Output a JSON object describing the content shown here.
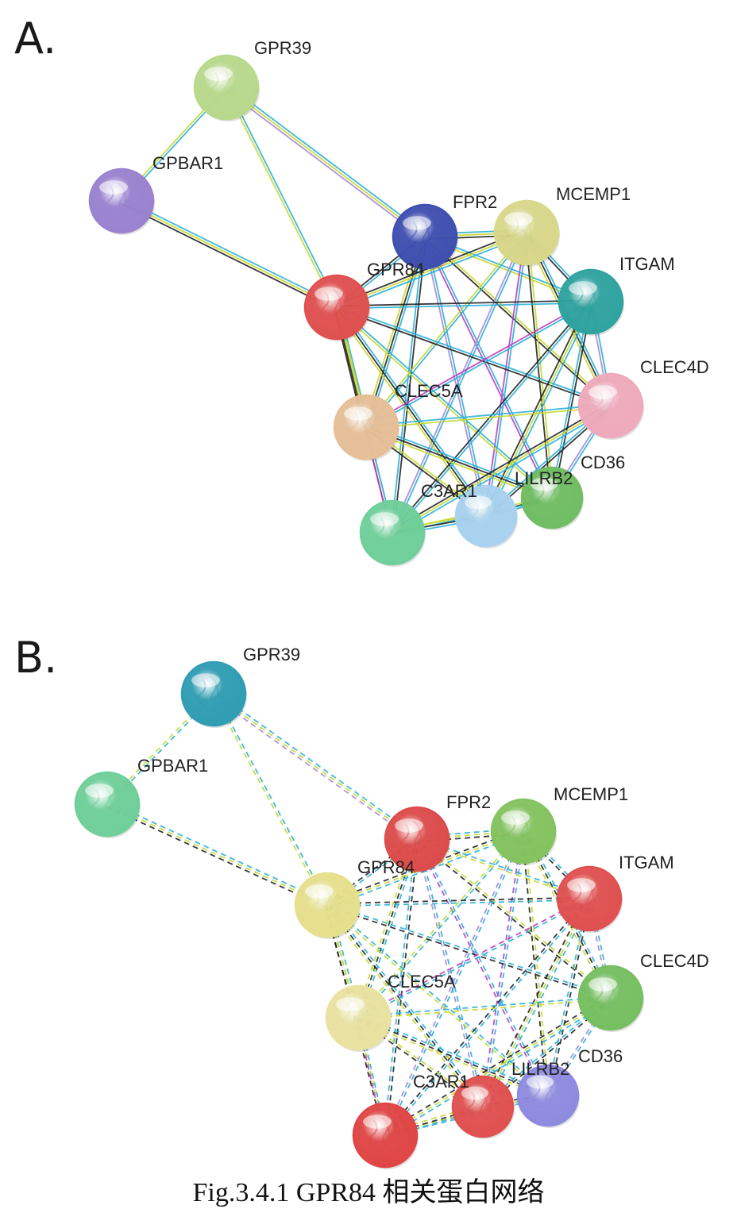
{
  "panels": [
    {
      "letter": "A.",
      "proteins": {
        "GPR39": {
          "label": "GPR39",
          "color": "#b8d98c"
        },
        "GPBAR1": {
          "label": "GPBAR1",
          "color": "#9a82d0"
        },
        "FPR2": {
          "label": "FPR2",
          "color": "#3f4fb0"
        },
        "MCEMP1": {
          "label": "MCEMP1",
          "color": "#d8d78a"
        },
        "GPR84": {
          "label": "GPR84",
          "color": "#e05050"
        },
        "ITGAM": {
          "label": "ITGAM",
          "color": "#2fa3a0"
        },
        "CLEC5A": {
          "label": "CLEC5A",
          "color": "#e6bf98"
        },
        "CLEC4D": {
          "label": "CLEC4D",
          "color": "#efaabb"
        },
        "CD36": {
          "label": "CD36",
          "color": "#70bd62"
        },
        "LILRB2": {
          "label": "LILRB2",
          "color": "#a8d2ef"
        },
        "C3AR1": {
          "label": "C3AR1",
          "color": "#6fcf9a"
        }
      },
      "edge_style": "solid"
    },
    {
      "letter": "B.",
      "proteins": {
        "GPR39": {
          "label": "GPR39",
          "color": "#2f9db3"
        },
        "GPBAR1": {
          "label": "GPBAR1",
          "color": "#6fcf9a"
        },
        "FPR2": {
          "label": "FPR2",
          "color": "#dd4b4b"
        },
        "MCEMP1": {
          "label": "MCEMP1",
          "color": "#84c35f"
        },
        "GPR84": {
          "label": "GPR84",
          "color": "#e6e08c"
        },
        "ITGAM": {
          "label": "ITGAM",
          "color": "#e05050"
        },
        "CLEC5A": {
          "label": "CLEC5A",
          "color": "#e9e2a0"
        },
        "CLEC4D": {
          "label": "CLEC4D",
          "color": "#76bf60"
        },
        "CD36": {
          "label": "CD36",
          "color": "#8e8ae0"
        },
        "LILRB2": {
          "label": "LILRB2",
          "color": "#e05050"
        },
        "C3AR1": {
          "label": "C3AR1",
          "color": "#e04545"
        }
      },
      "edge_style": "dashed"
    }
  ],
  "edge_colors": [
    "#2ab0d8",
    "#c7d72c",
    "#222222",
    "#a886d6",
    "#c03ac0"
  ],
  "caption": "Fig.3.4.1 GPR84 相关蛋白网络"
}
